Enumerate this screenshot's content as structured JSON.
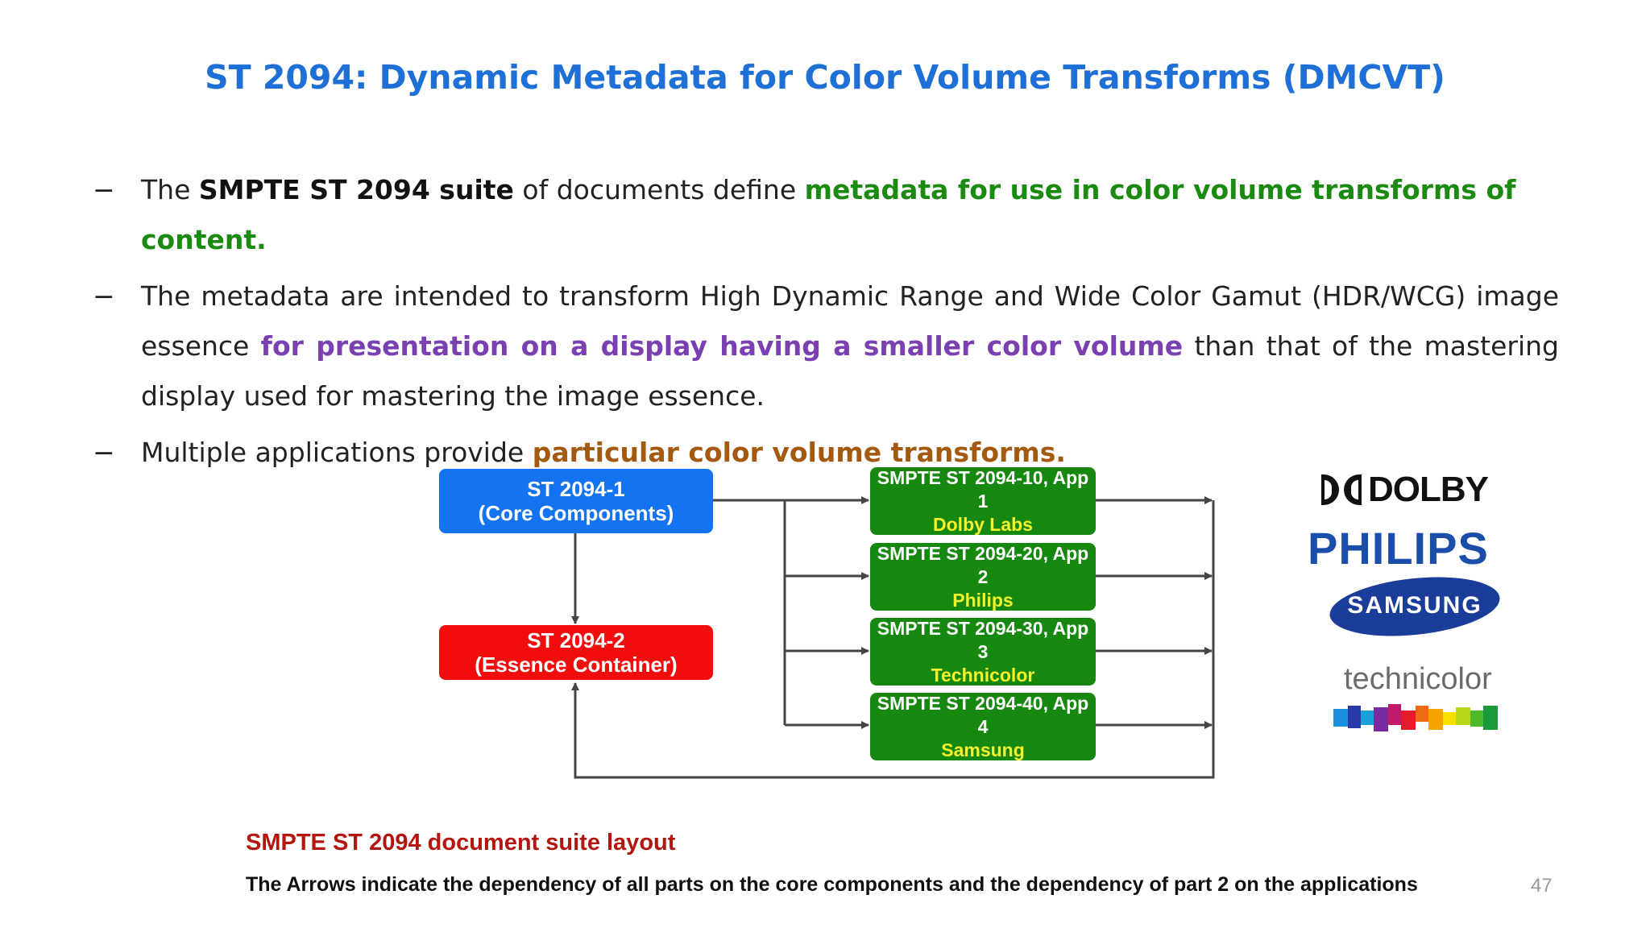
{
  "title": "ST 2094: Dynamic Metadata for Color Volume Transforms (DMCVT)",
  "bullets": [
    {
      "dash": "−",
      "p1": "The ",
      "bold": "SMPTE ST 2094 suite",
      "p2": " of documents define ",
      "green": "metadata for use in color volume transforms of content."
    },
    {
      "dash": "−",
      "p1": "The metadata are intended to transform High Dynamic Range and Wide Color Gamut (HDR/WCG) image essence ",
      "purple": "for presentation on a display having a smaller color volume",
      "p2": " than that of the mastering display used for mastering the image essence."
    },
    {
      "dash": "−",
      "p1": "Multiple applications provide ",
      "orange": "particular color volume transforms."
    }
  ],
  "diagram": {
    "core": {
      "line1": "ST 2094-1",
      "line2": "(Core Components)"
    },
    "essence": {
      "line1": "ST 2094-2",
      "line2": "(Essence Container)"
    },
    "apps": [
      {
        "title": "SMPTE ST 2094-10, App 1",
        "vendor": "Dolby Labs"
      },
      {
        "title": "SMPTE ST 2094-20, App 2",
        "vendor": "Philips"
      },
      {
        "title": "SMPTE ST 2094-30, App 3",
        "vendor": "Technicolor"
      },
      {
        "title": "SMPTE ST 2094-40, App 4",
        "vendor": "Samsung"
      }
    ]
  },
  "logos": {
    "dolby": "DOLBY",
    "philips": "PHILIPS",
    "samsung": "SAMSUNG",
    "technicolor": "technicolor"
  },
  "caption": {
    "title": "SMPTE ST 2094 document suite layout",
    "text": "The Arrows indicate the dependency of all parts on the core components and the dependency of part 2 on the applications"
  },
  "page_number": "47",
  "colors": {
    "title": "#1e6fd6",
    "core_box": "#1473f0",
    "essence_box": "#f20d0d",
    "app_box": "#17880f",
    "vendor_text": "#f5f12a"
  }
}
